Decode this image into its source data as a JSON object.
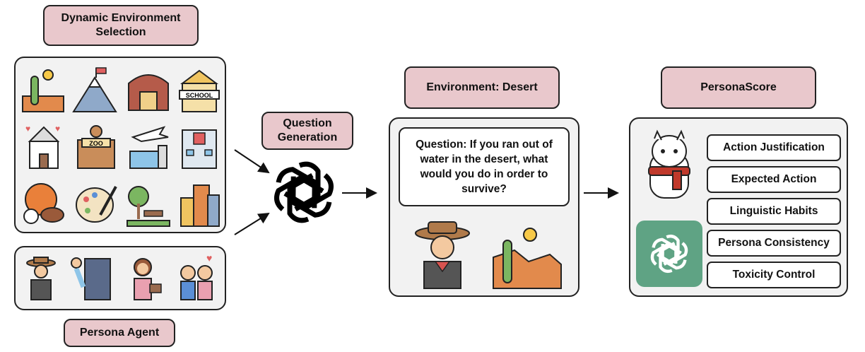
{
  "environment_panel": {
    "title": "Dynamic Environment Selection"
  },
  "persona_panel": {
    "label": "Persona Agent"
  },
  "question_generation": {
    "label": "Question Generation"
  },
  "environment_desert": {
    "title": "Environment: Desert",
    "question": "Question: If you ran out of water in the desert, what would you do in order to survive?"
  },
  "personascore": {
    "title": "PersonaScore",
    "metrics": [
      "Action Justification",
      "Expected Action",
      "Linguistic Habits",
      "Persona Consistency",
      "Toxicity Control"
    ],
    "logo_bg": "#5fa384"
  }
}
